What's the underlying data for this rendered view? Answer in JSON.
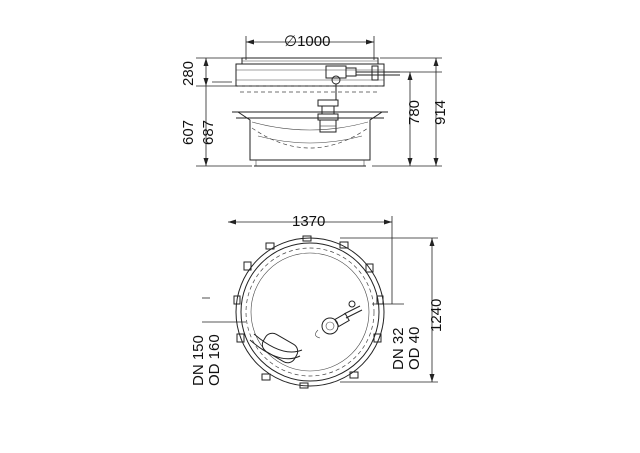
{
  "side_view": {
    "diameter_label": "∅1000",
    "dim_280": "280",
    "dim_607": "607",
    "dim_687": "687",
    "dim_780": "780",
    "dim_914": "914"
  },
  "top_view": {
    "width_label": "1370",
    "height_label": "1240",
    "inlet_line1": "DN 150",
    "inlet_line2": "OD 160",
    "outlet_line1": "DN 32",
    "outlet_line2": "OD 40"
  }
}
